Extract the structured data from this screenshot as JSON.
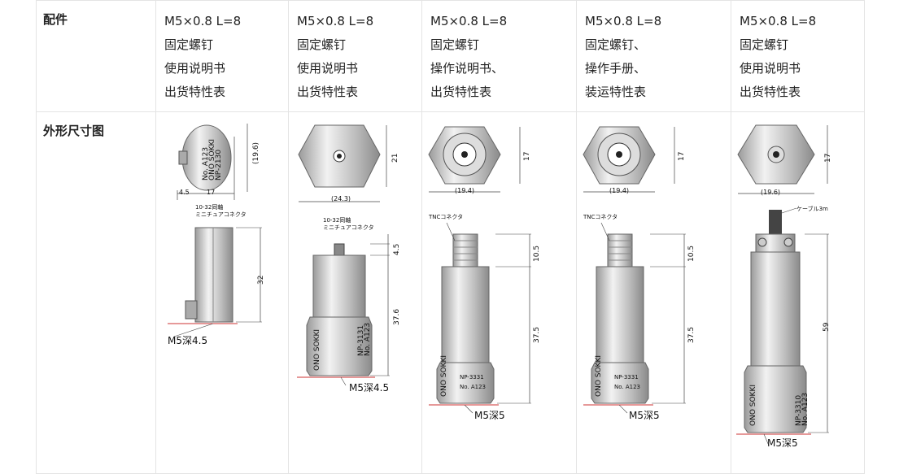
{
  "table": {
    "row_accessories": {
      "header": "配件",
      "columns": [
        [
          "M5×0.8 L=8",
          "固定螺钉",
          "使用说明书",
          "出货特性表"
        ],
        [
          "M5×0.8 L=8",
          "固定螺钉",
          "使用说明书",
          "出货特性表"
        ],
        [
          "M5×0.8 L=8",
          "固定螺钉",
          "操作说明书、",
          "出货特性表"
        ],
        [
          "M5×0.8 L=8",
          "固定螺钉、",
          "操作手册、",
          "装运特性表"
        ],
        [
          "M5×0.8 L=8",
          "固定螺钉",
          "使用说明书",
          "出货特性表"
        ]
      ]
    },
    "row_dimensions": {
      "header": "外形尺寸图",
      "figures": [
        {
          "top_dims": [
            "4.5",
            "17",
            "(19.6)"
          ],
          "top_label": "10-32同軸",
          "top_label2": "ミニチュアコネクタ",
          "side_dims": [
            "32"
          ],
          "bottom_label": "M5深4.5",
          "engraving": [
            "NP-2130",
            "ONO SOKKI",
            "No. A123"
          ]
        },
        {
          "top_dims": [
            "21",
            "(24.3)"
          ],
          "top_label": "10-32同軸",
          "top_label2": "ミニチュアコネクタ",
          "side_dims": [
            "4.5",
            "37.6"
          ],
          "bottom_label": "M5深4.5",
          "engraving": [
            "ONO SOKKI",
            "NP-3131",
            "No. A123"
          ]
        },
        {
          "top_dims": [
            "17",
            "(19.4)"
          ],
          "top_label": "TNCコネクタ",
          "side_dims": [
            "10.5",
            "37.5"
          ],
          "bottom_label": "M5深5",
          "engraving": [
            "ONO SOKKI",
            "NP-3331",
            "No. A123"
          ]
        },
        {
          "top_dims": [
            "17",
            "(19.4)"
          ],
          "top_label": "TNCコネクタ",
          "side_dims": [
            "10.5",
            "37.5"
          ],
          "bottom_label": "M5深5",
          "engraving": [
            "ONO SOKKI",
            "NP-3331",
            "No. A123"
          ]
        },
        {
          "top_dims": [
            "17",
            "(19.6)"
          ],
          "top_label": "ケーブル3m",
          "side_dims": [
            "59"
          ],
          "bottom_label": "M5深5",
          "engraving": [
            "ONO SOKKI",
            "NP-3310",
            "No. A123"
          ]
        }
      ]
    }
  }
}
